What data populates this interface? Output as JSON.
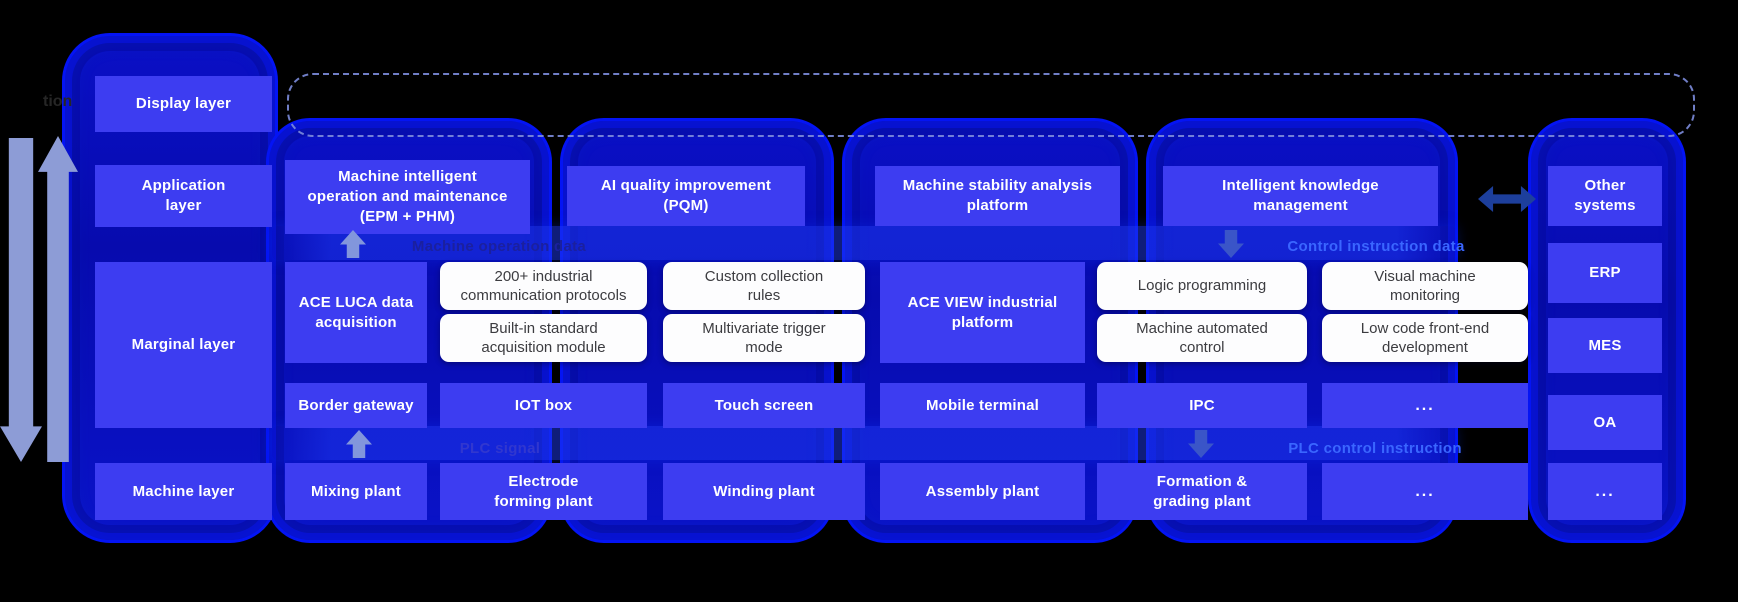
{
  "meta": {
    "edge_text_fragment": "tion"
  },
  "layer_column": [
    "Display layer",
    "Application\nlayer",
    "Marginal layer",
    "Machine layer"
  ],
  "application_row": {
    "epm_phm": "Machine intelligent\noperation and maintenance\n(EPM + PHM)",
    "pqm": "AI quality improvement\n(PQM)",
    "stability": "Machine stability analysis\nplatform",
    "knowledge": "Intelligent knowledge\nmanagement"
  },
  "other_systems_column": {
    "title": "Other\nsystems",
    "items": [
      "ERP",
      "MES",
      "OA",
      "..."
    ]
  },
  "data_flow_labels": {
    "top_left": "Machine operation data",
    "top_right": "Control instruction data",
    "bottom_left": "PLC signal",
    "bottom_right": "PLC control instruction"
  },
  "marginal_row": {
    "ace_luca": "ACE LUCA data\nacquisition",
    "ace_view": "ACE VIEW industrial\nplatform",
    "white_cards": [
      "200+ industrial\ncommunication protocols",
      "Built-in standard\nacquisition module",
      "Custom collection\nrules",
      "Multivariate trigger\nmode",
      "Logic programming",
      "Machine automated\ncontrol",
      "Visual machine\nmonitoring",
      "Low code front-end\ndevelopment"
    ]
  },
  "device_row": [
    "Border gateway",
    "IOT box",
    "Touch screen",
    "Mobile terminal",
    "IPC",
    "..."
  ],
  "machine_row": [
    "Mixing plant",
    "Electrode\nforming plant",
    "Winding plant",
    "Assembly plant",
    "Formation &\ngrading plant",
    "...",
    "..."
  ],
  "icons": {
    "left_down_arrow": "down-arrow",
    "left_up_arrow": "up-arrow",
    "exchange_arrow": "left-right-arrow",
    "flow_up_arrow": "up-arrow",
    "flow_down_arrow": "down-arrow"
  },
  "colors": {
    "background": "#000000",
    "container_blue": "#0a10c4",
    "container_border": "#0414f4",
    "box_blue": "#3d3df1",
    "white_card": "#fdfdfe",
    "white_card_text": "#3c3c40",
    "label_dark_blue": "#1b209e",
    "label_bright_blue": "#3a66ff",
    "big_arrow": "#8d9cd6",
    "exchange_arrow": "#1d3f9c",
    "dashed_border": "#7d8cdc"
  }
}
